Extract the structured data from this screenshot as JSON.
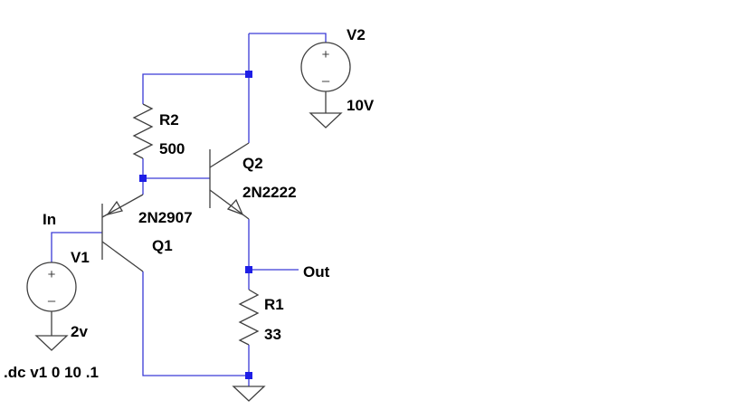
{
  "components": {
    "V1": {
      "name": "V1",
      "value": "2v",
      "plus": "+",
      "minus": "–"
    },
    "V2": {
      "name": "V2",
      "value": "10V",
      "plus": "+",
      "minus": "–"
    },
    "R1": {
      "name": "R1",
      "value": "33"
    },
    "R2": {
      "name": "R2",
      "value": "500"
    },
    "Q1": {
      "name": "Q1",
      "model": "2N2907"
    },
    "Q2": {
      "name": "Q2",
      "model": "2N2222"
    }
  },
  "nets": {
    "input": "In",
    "output": "Out"
  },
  "directive": ".dc v1 0 10 .1",
  "colors": {
    "wire": "#3a3ad6",
    "junction": "#1e1ee6",
    "component": "#404040",
    "text": "#000000"
  }
}
